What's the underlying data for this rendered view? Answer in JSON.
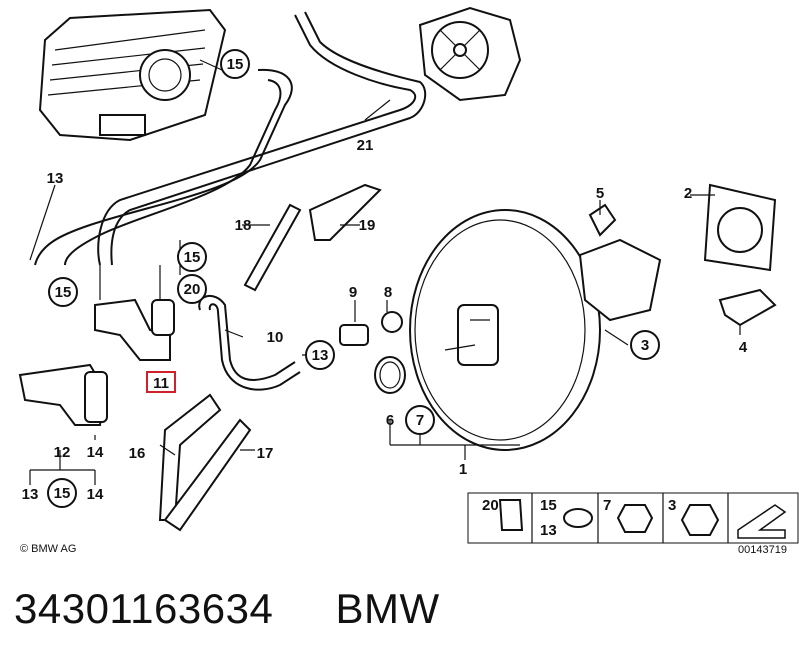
{
  "labels": {
    "l1": "1",
    "l2": "2",
    "l3": "3",
    "l4": "4",
    "l5": "5",
    "l6": "6",
    "l7": "7",
    "l8": "8",
    "l9": "9",
    "l10": "10",
    "l11": "11",
    "l12": "12",
    "l13a": "13",
    "l13b": "13",
    "l13c": "13",
    "l14a": "14",
    "l14b": "14",
    "l15a": "15",
    "l15b": "15",
    "l15c": "15",
    "l15d": "15",
    "l16": "16",
    "l17": "17",
    "l18": "18",
    "l19": "19",
    "l20": "20",
    "l21": "21"
  },
  "legend": {
    "item20": "20",
    "item15": "15",
    "item13": "13",
    "item7": "7",
    "item3": "3",
    "code": "00143719"
  },
  "copyright": "© BMW AG",
  "caption": {
    "part_number": "34301163634",
    "brand": "BMW"
  },
  "colors": {
    "highlight": "#d0202a",
    "stroke": "#111111"
  }
}
